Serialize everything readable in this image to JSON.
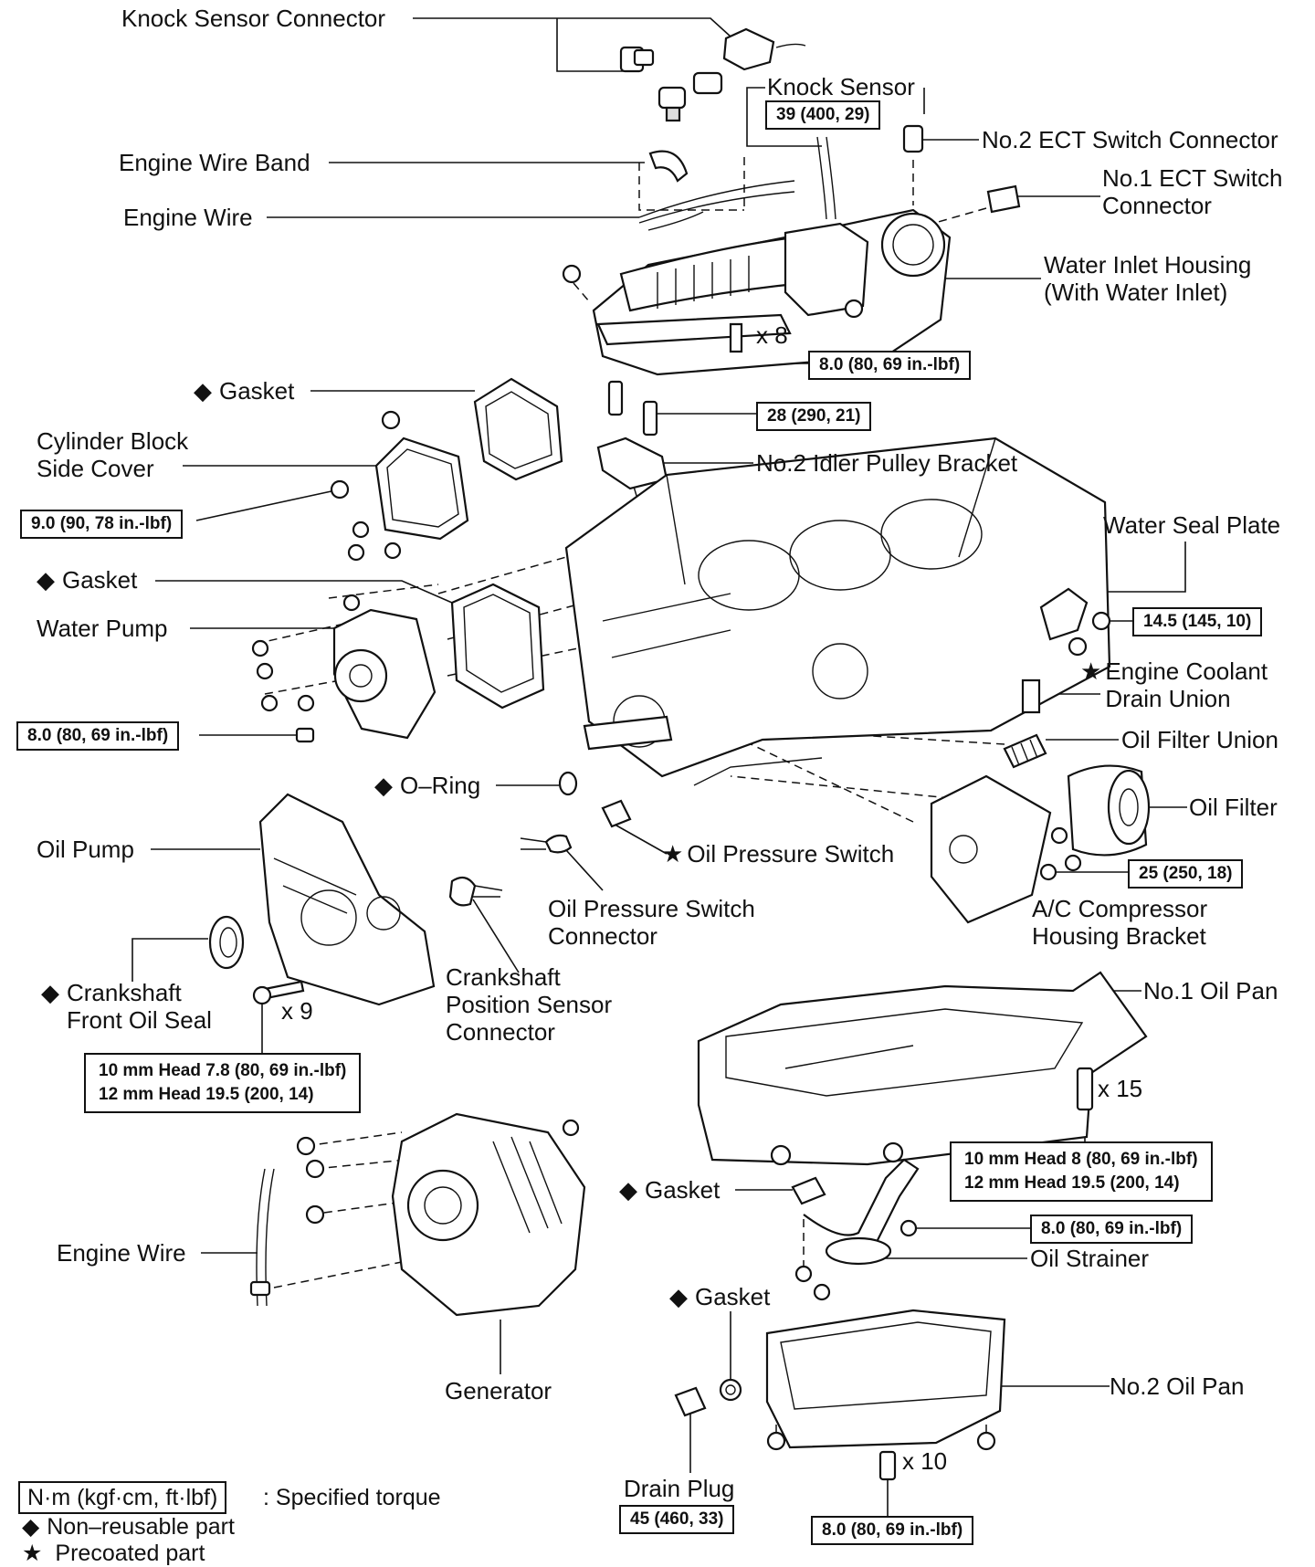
{
  "labels": {
    "knock_sensor_connector": "Knock Sensor Connector",
    "knock_sensor": "Knock Sensor",
    "no2_ect_switch_connector": "No.2 ECT Switch Connector",
    "engine_wire_band": "Engine Wire Band",
    "engine_wire_top": "Engine Wire",
    "no1_ect_switch_connector": "No.1 ECT Switch\nConnector",
    "water_inlet_housing": "Water Inlet Housing\n(With Water Inlet)",
    "x8": "x 8",
    "gasket_1": "Gasket",
    "no2_idler_pulley_bracket": "No.2 Idler Pulley Bracket",
    "cylinder_block_side_cover": "Cylinder Block\nSide Cover",
    "water_seal_plate": "Water Seal Plate",
    "gasket_2": "Gasket",
    "water_pump": "Water Pump",
    "engine_coolant_drain_union": "Engine Coolant\nDrain Union",
    "oil_filter_union": "Oil Filter Union",
    "o_ring": "O–Ring",
    "oil_filter": "Oil Filter",
    "oil_pump": "Oil Pump",
    "oil_pressure_switch": "Oil Pressure Switch",
    "oil_pressure_switch_connector": "Oil Pressure Switch\nConnector",
    "ac_compressor_housing_bracket": "A/C Compressor\nHousing Bracket",
    "crankshaft_front_oil_seal": "Crankshaft\nFront Oil Seal",
    "x9": "x 9",
    "crankshaft_position_sensor_connector": "Crankshaft\nPosition Sensor\nConnector",
    "no1_oil_pan": "No.1 Oil Pan",
    "x15": "x 15",
    "gasket_3": "Gasket",
    "oil_strainer": "Oil Strainer",
    "engine_wire_bottom": "Engine Wire",
    "gasket_4": "Gasket",
    "generator": "Generator",
    "no2_oil_pan": "No.2 Oil Pan",
    "x10": "x 10",
    "drain_plug": "Drain Plug"
  },
  "torques": {
    "knock_sensor": "39 (400, 29)",
    "inlet_housing_bolts": "8.0 (80, 69 in.-lbf)",
    "idler_bracket": "28 (290, 21)",
    "side_cover": "9.0 (90, 78 in.-lbf)",
    "water_seal_plate": "14.5 (145, 10)",
    "water_pump": "8.0 (80, 69 in.-lbf)",
    "ac_bracket": "25 (250, 18)",
    "oil_pump_line1": "10 mm Head 7.8 (80, 69 in.-lbf)",
    "oil_pump_line2": "12 mm Head 19.5 (200, 14)",
    "oil_pan1_line1": "10 mm Head 8 (80, 69 in.-lbf)",
    "oil_pan1_line2": "12 mm Head 19.5 (200, 14)",
    "oil_strainer": "8.0 (80, 69 in.-lbf)",
    "drain_plug": "45 (460, 33)",
    "oil_pan2": "8.0 (80, 69 in.-lbf)"
  },
  "symbols": {
    "non_reusable": "◆",
    "precoated": "★"
  },
  "legend": {
    "torque_unit": "N·m (kgf·cm, ft·lbf)",
    "torque_desc": ": Specified torque",
    "non_reusable": "Non–reusable part",
    "precoated": "Precoated part"
  }
}
